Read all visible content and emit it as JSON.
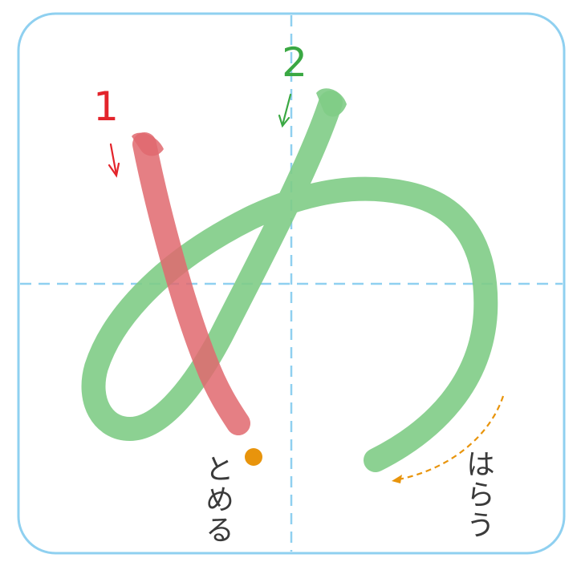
{
  "stroke_1": {
    "number": "1",
    "color": "#e3242b",
    "stroke_color": "#e0686f"
  },
  "stroke_2": {
    "number": "2",
    "color": "#3aa843",
    "stroke_color": "#7fcc86"
  },
  "tome_label": "とめる",
  "harau_label": "はらう",
  "colors": {
    "frame": "#8fd0f0",
    "guide": "#8fd0f0",
    "tome_dot": "#e8940c",
    "harau_arrow": "#e8940c"
  }
}
